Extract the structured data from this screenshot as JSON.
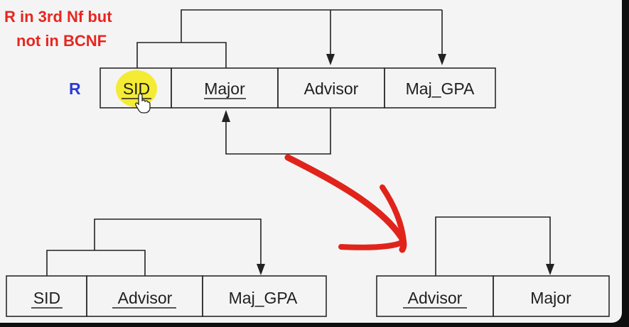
{
  "annotation": {
    "line1": "R in 3rd Nf but",
    "line2": "not in BCNF",
    "color": "#e8261f"
  },
  "relation_r": {
    "name": "R",
    "attributes": [
      "SID",
      "Major",
      "Advisor",
      "Maj_GPA"
    ],
    "key_attributes": [
      "SID",
      "Major"
    ]
  },
  "relation_left": {
    "attributes": [
      "SID",
      "Advisor",
      "Maj_GPA"
    ],
    "key_attributes": [
      "SID",
      "Advisor"
    ]
  },
  "relation_right": {
    "attributes": [
      "Advisor",
      "Major"
    ],
    "key_attributes": [
      "Advisor"
    ]
  },
  "highlight": {
    "color": "#f3ea2a",
    "target": "SID"
  },
  "arrow": {
    "color": "#e0241b",
    "direction": "from R to Advisor/Major relation"
  },
  "icons": {
    "cursor": "hand-pointer-icon"
  }
}
